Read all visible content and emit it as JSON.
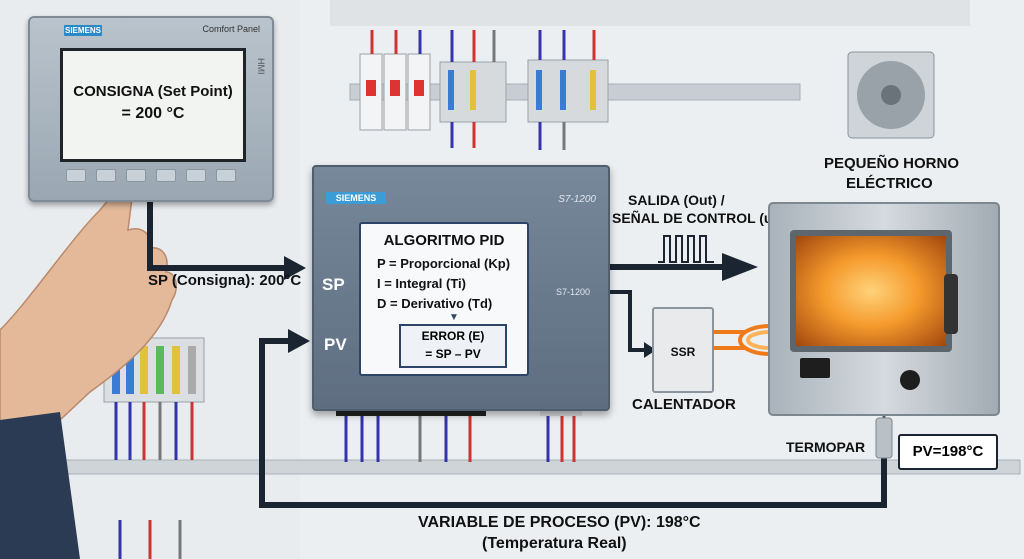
{
  "hmi": {
    "brand": "SIEMENS",
    "model": "Comfort Panel",
    "side_label": "HMI",
    "line1": "CONSIGNA (Set Point)",
    "line2": "= 200 °C"
  },
  "plc": {
    "brand": "SIEMENS",
    "model": "S7-1200",
    "model_small": "S7-1200",
    "sp_tag": "SP",
    "pv_tag": "PV",
    "pid": {
      "title": "ALGORITMO PID",
      "p": "P = Proporcional (Kp)",
      "i": "I = Integral (Ti)",
      "d": "D = Derivativo (Td)",
      "error_line1": "ERROR (E)",
      "error_line2": "= SP – PV"
    }
  },
  "labels": {
    "sp_arrow": "SP (Consigna): 200°C",
    "output_line1": "SALIDA (Out) /",
    "output_line2": "SEÑAL DE CONTROL (u)",
    "oven_line1": "PEQUEÑO HORNO",
    "oven_line2": "ELÉCTRICO",
    "heater": "CALENTADOR",
    "thermocouple": "TERMOPAR",
    "pv_box": "PV=198°C",
    "feedback_line1": "VARIABLE DE PROCESO (PV): 198°C",
    "feedback_line2": "(Temperatura Real)"
  },
  "ssr": {
    "label": "SSR"
  },
  "colors": {
    "arrow": "#1b2431",
    "plc_body": "#6b7b8e",
    "pid_border": "#2d4466",
    "heater": "#f07a1a"
  }
}
